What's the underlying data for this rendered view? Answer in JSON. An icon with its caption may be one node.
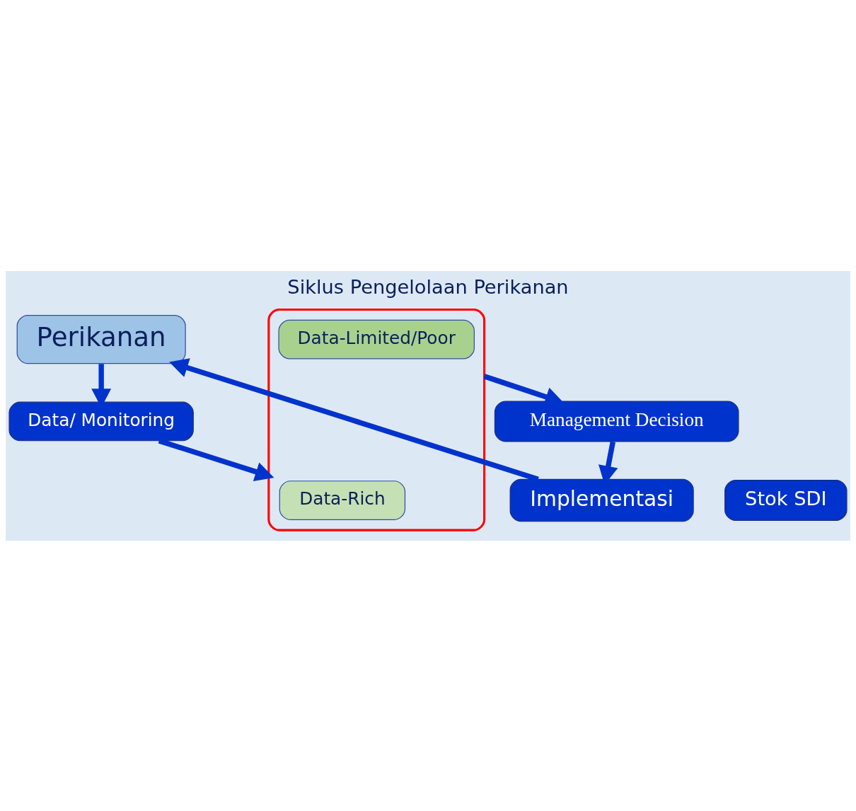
{
  "diagram": {
    "title": "Siklus Pengelolaan Perikanan",
    "nodes": [
      {
        "text": [
          "Perikanan"
        ]
      },
      {
        "text": [
          "Data/ Monitoring"
        ]
      },
      {
        "text": [
          "Implementasi"
        ]
      },
      {
        "text": [
          "Stok SDI"
        ]
      },
      {
        "text": [],
        "shape": "box"
      },
      {
        "text": [
          "Data-Rich"
        ],
        "in": 4
      },
      {
        "text": [
          "Data-Limited/Poor"
        ],
        "in": 4
      },
      {
        "text": [
          "Management Decision"
        ]
      }
    ],
    "edges": [
      {
        "from": 0,
        "to": 1,
        "arrow": "to"
      },
      {
        "from": 1,
        "to": 4,
        "arrow": "to"
      },
      {
        "from": 4,
        "to": 7,
        "arrow": "to"
      },
      {
        "from": 7,
        "to": 2,
        "arrow": "to"
      },
      {
        "from": 2,
        "to": 0,
        "arrow": "to"
      }
    ]
  }
}
